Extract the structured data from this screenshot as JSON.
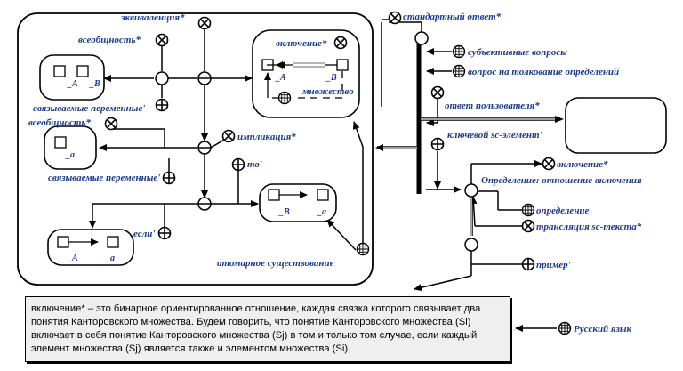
{
  "labels": {
    "equivalence": "эквиваленция*",
    "universality_top": "всеобщность*",
    "universality_mid": "всеобщность*",
    "bound_vars_1": "связываемые переменные'",
    "bound_vars_2": "связываемые переменные'",
    "implication": "импликация*",
    "then": "то'",
    "if": "если'",
    "inclusion_box": "включение*",
    "set_label": "множество",
    "atomic_existence": "атомарное существование",
    "standard_answer": "стандартный ответ*",
    "subjective_questions": "субъективные вопросы",
    "definition_question": "вопрос на толкование определений",
    "user_answer": "ответ пользователя*",
    "key_sc_element": "ключевой sc-элемент'",
    "inclusion_right": "включение*",
    "definition_relation": "Определение: отношение включения",
    "definition": "определение",
    "sc_text_translation": "трансляция sc-текста*",
    "example": "пример'",
    "russian_language": "Русский язык"
  },
  "vars": {
    "A": "_A",
    "B": "_B",
    "a": "_a"
  },
  "description": "включение* – это бинарное ориентированное отношение, каждая связка которого связывает два понятия Канторовского множества. Будем говорить, что понятие Канторовского множества (Si) включает в себя понятие Канторовского множества (Sj) в том и только том случае, если каждый элемент множества (Sj) является также и элементом множества (Si)."
}
